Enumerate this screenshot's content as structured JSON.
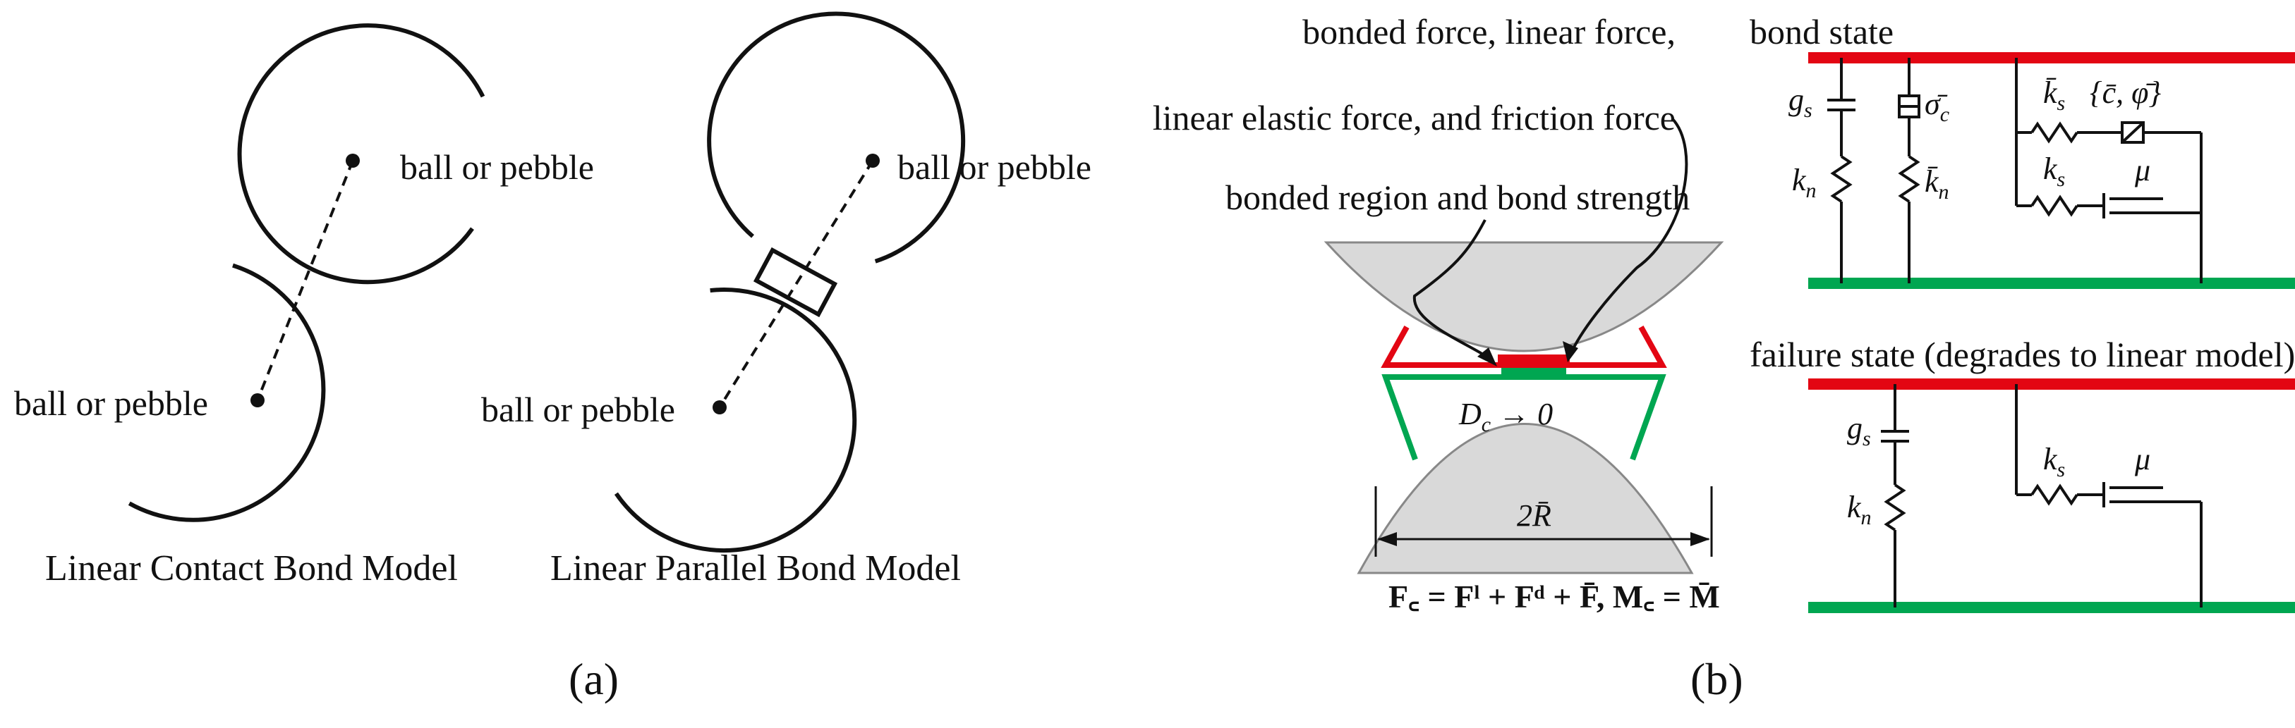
{
  "panel_a": {
    "left_model": {
      "top_label": "ball or pebble",
      "bottom_label": "ball or pebble",
      "caption": "Linear Contact Bond Model"
    },
    "right_model": {
      "top_label": "ball or pebble",
      "bottom_label": "ball or pebble",
      "caption": "Linear Parallel Bond Model"
    },
    "panel_label": "(a)"
  },
  "panel_b": {
    "forces_annotation": [
      "bonded force, linear force,",
      "linear elastic force, and friction force"
    ],
    "bond_annotation": "bonded region and bond strength",
    "dc_symbol": "D",
    "dc_subscript": "c",
    "dc_tail": " → 0",
    "width_label": "2R̄",
    "equation": "F꜀ = Fˡ + Fᵈ + F̄,  M꜀ = M̄",
    "panel_label": "(b)"
  },
  "bond_state": {
    "title": "bond state",
    "gs": "g",
    "gs_sub": "s",
    "kn": "k",
    "kn_sub": "n",
    "sigma": "σ̄",
    "sigma_sub": "c",
    "kn_bar": "k̄",
    "kn_bar_sub": "n",
    "ks_bar": "k̄",
    "ks_bar_sub": "s",
    "cphi": "{c̄, φ̄}",
    "ks": "k",
    "ks_sub": "s",
    "mu": "μ"
  },
  "failure_state": {
    "title": "failure state (degrades to linear model)",
    "gs": "g",
    "gs_sub": "s",
    "kn": "k",
    "kn_sub": "n",
    "ks": "k",
    "ks_sub": "s",
    "mu": "μ"
  },
  "colors": {
    "red": "#e30613",
    "green": "#00a651",
    "gray": "#d9d9d9",
    "ink": "#111111"
  }
}
